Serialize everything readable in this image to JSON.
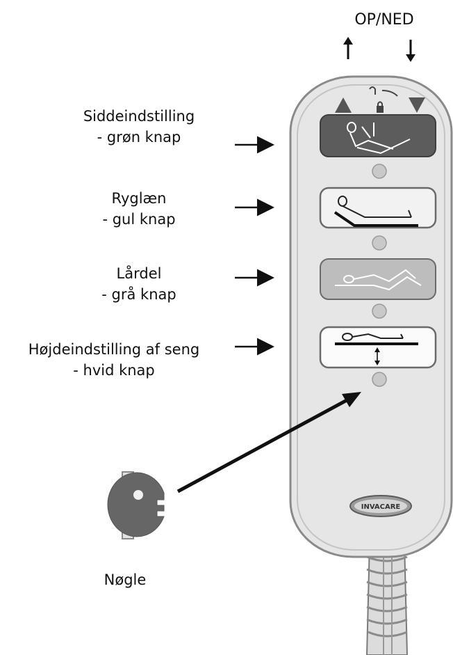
{
  "header": {
    "label": "OP/NED"
  },
  "callouts": [
    {
      "title": "Siddeindstilling",
      "subtitle": "- grøn knap"
    },
    {
      "title": "Ryglæn",
      "subtitle": "- gul knap"
    },
    {
      "title": "Lårdel",
      "subtitle": "- grå knap"
    },
    {
      "title": "Højdeindstilling af seng",
      "subtitle": "- hvid knap"
    }
  ],
  "key": {
    "label": "Nøgle"
  },
  "remote": {
    "brand": "INVACARE"
  },
  "colors": {
    "body": "#e4e4e4",
    "outline": "#8a8a8a",
    "dark_button": "#5a5a5a",
    "grey_button": "#bdbdbd",
    "white_button": "#f4f4f4",
    "key": "#666666"
  }
}
